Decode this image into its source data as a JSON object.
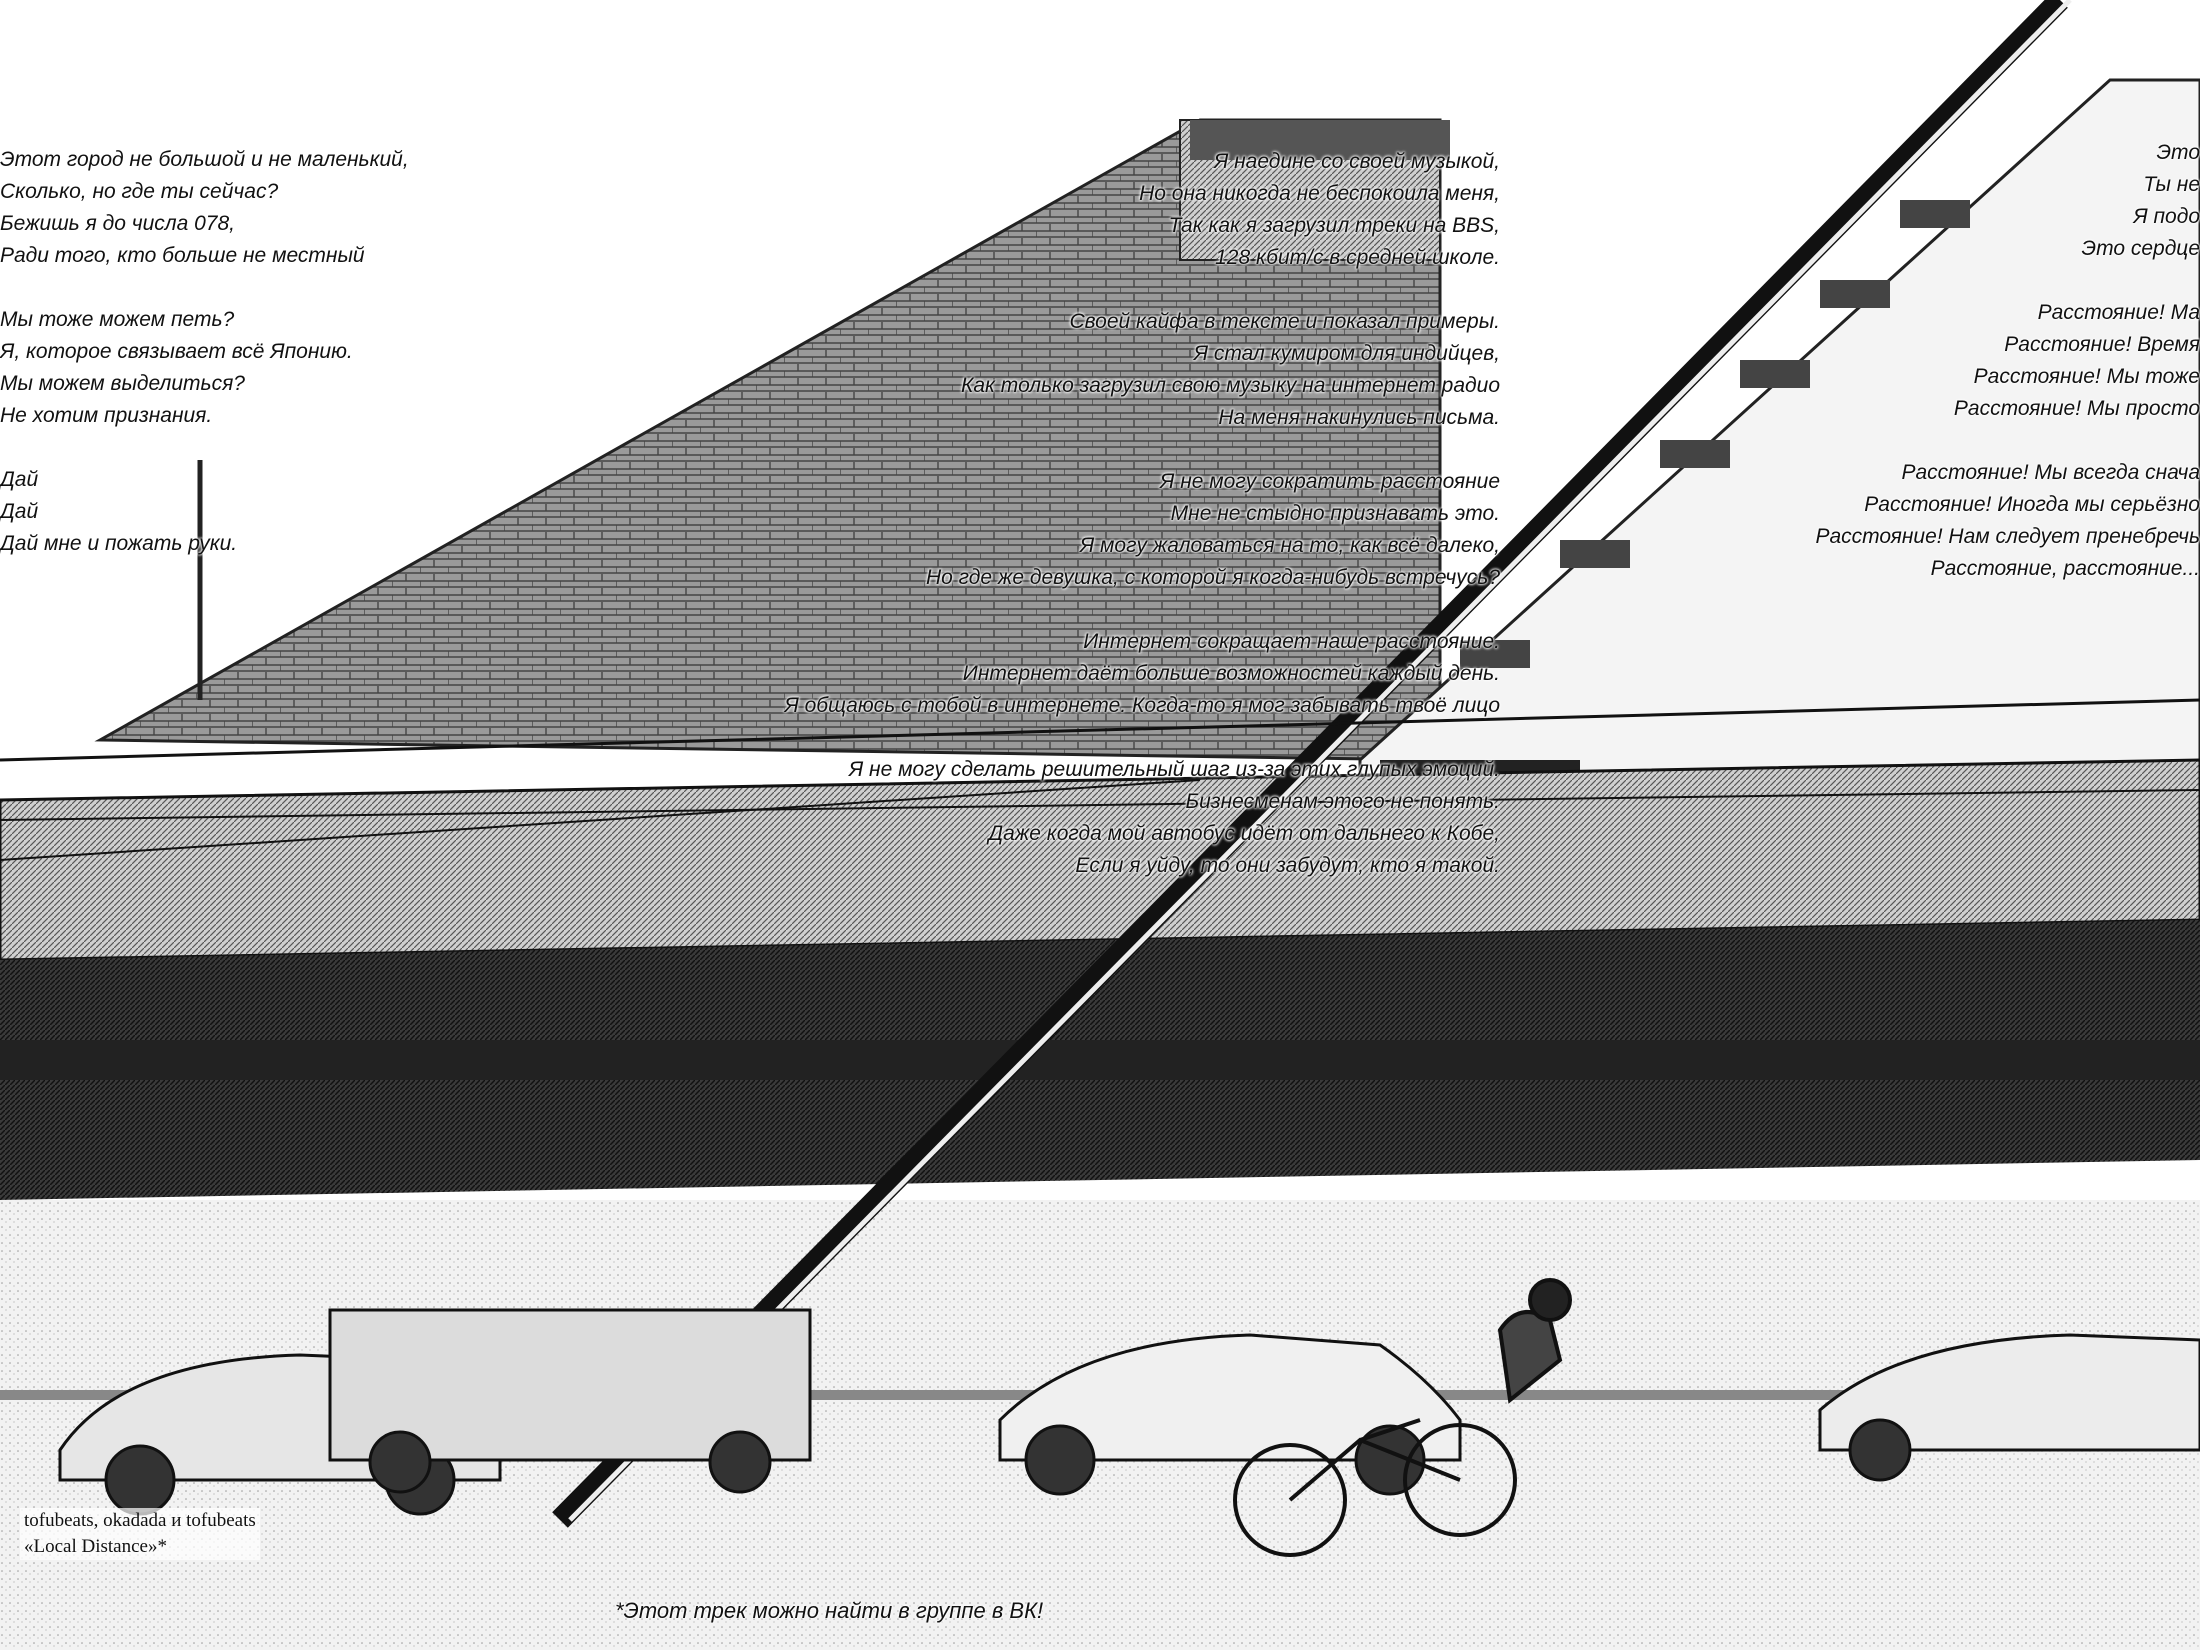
{
  "lyrics": {
    "left": [
      "Этот город не большой и не маленький,",
      "Сколько, но где ты сейчас?",
      "Бежишь я до числа 078,",
      "Ради того, кто больше не местный",
      "",
      "Мы тоже можем петь?",
      "Я, которое связывает всё Японию.",
      "Мы можем выделиться?",
      "Не хотим признания.",
      "",
      "Дай",
      "Дай",
      "Дай мне и пожать руки."
    ],
    "middle": [
      "Я наедине со своей музыкой,",
      "Но она никогда не беспокоила меня,",
      "Так как я загрузил треки на BBS,",
      "128 кбит/с в средней школе.",
      "",
      "Своей кайфа в тексте и показал примеры.",
      "Я стал кумиром для индийцев,",
      "Как только загрузил свою музыку на интернет радио",
      "На меня накинулись письма.",
      "",
      "Я не могу сократить расстояние",
      "Мне не стыдно признавать это.",
      "Я могу жаловаться на то, как всё далеко,",
      "Но где же девушка, с которой я когда-нибудь встречусь?",
      "",
      "Интернет сокращает наше расстояние.",
      "Интернет даёт больше возможностей каждый день.",
      "Я общаюсь с тобой в интернете. Когда-то я мог забывать твоё лицо",
      "",
      "Я не могу сделать решительный шаг из-за этих глупых эмоций.",
      "Бизнесменам этого не понять.",
      "Даже когда мой автобус идёт от дальнего к Кобе,",
      "Если я уйду, то они забудут, кто я такой."
    ],
    "right": [
      "Это",
      "Ты не",
      "Я подо",
      "Это сердце",
      "",
      "Расстояние! Ма",
      "Расстояние! Время",
      "Расстояние! Мы тоже",
      "Расстояние! Мы просто",
      "",
      "Расстояние! Мы всегда снача",
      "Расстояние! Иногда мы серьёзно",
      "Расстояние! Нам следует пренебречь",
      "Расстояние, расстояние..."
    ]
  },
  "credits": {
    "artist": "tofubeats, okadada и tofubeats",
    "title": "«Local Distance»*"
  },
  "footnote": "*Этот трек можно найти в группе в ВК!",
  "colors": {
    "ink": "#111111",
    "paper": "#ffffff",
    "shade": "#6a6a6a"
  }
}
